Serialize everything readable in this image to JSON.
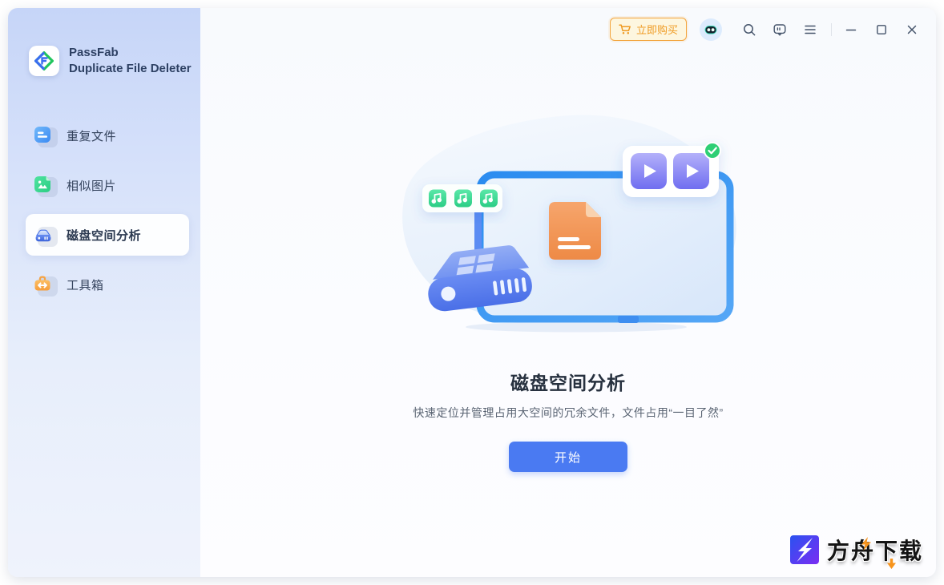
{
  "app": {
    "brand_line1": "PassFab",
    "brand_line2": "Duplicate File Deleter"
  },
  "titlebar": {
    "buy_label": "立即购买",
    "icons": [
      "cart-icon",
      "assistant-robot-icon",
      "search-icon",
      "feedback-icon",
      "menu-icon",
      "minimize-icon",
      "maximize-icon",
      "close-icon"
    ]
  },
  "sidebar": {
    "items": [
      {
        "label": "重复文件",
        "icon": "duplicate-files-icon",
        "active": false
      },
      {
        "label": "相似图片",
        "icon": "similar-images-icon",
        "active": false
      },
      {
        "label": "磁盘空间分析",
        "icon": "disk-analysis-icon",
        "active": true
      },
      {
        "label": "工具箱",
        "icon": "toolbox-icon",
        "active": false
      }
    ]
  },
  "content": {
    "title": "磁盘空间分析",
    "subtitle": "快速定位并管理占用大空间的冗余文件，文件占用“一目了然”",
    "start_label": "开始"
  },
  "watermark": {
    "text": "方舟下载"
  },
  "colors": {
    "accent_blue": "#4a7af2",
    "buy_orange": "#ef9b23",
    "success_green": "#2ecf74",
    "sidebar_top": "#c6d5f8",
    "doc_orange": "#f1974f"
  }
}
